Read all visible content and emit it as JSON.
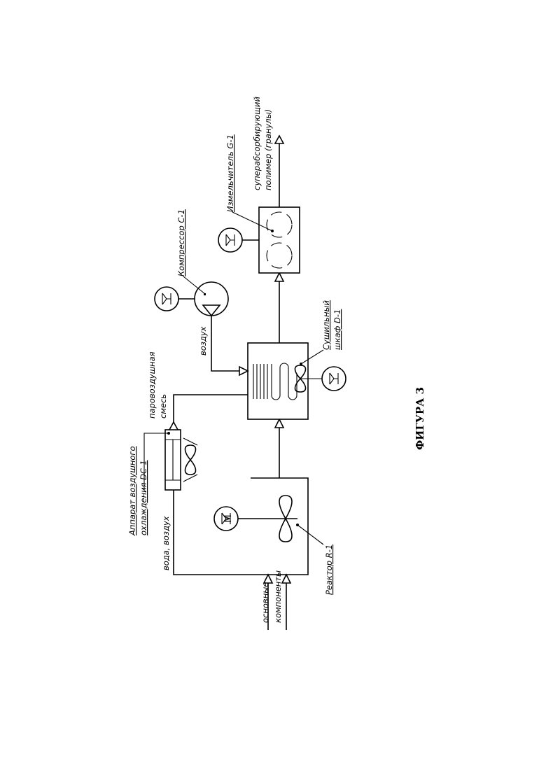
{
  "figure_caption": "ФИГУРА 3",
  "motor_symbol": "M",
  "labels": {
    "reactor": "Реактор R-1",
    "base_components_1": "основные",
    "base_components_2": "компоненты",
    "water_air": "вода, воздух",
    "cooler_1": "Аппарат воздушного",
    "cooler_2": "охлаждения DC-1",
    "steam_air_1": "паровоздушная",
    "steam_air_2": "смесь",
    "air": "воздух",
    "compressor": "Компрессор C-1",
    "dryer_1": "Сушильный",
    "dryer_2": "шкаф D-1",
    "grinder": "Измельчитель G-1",
    "product_1": "суперабсорбирующий",
    "product_2": "полимер (гранулы)"
  }
}
